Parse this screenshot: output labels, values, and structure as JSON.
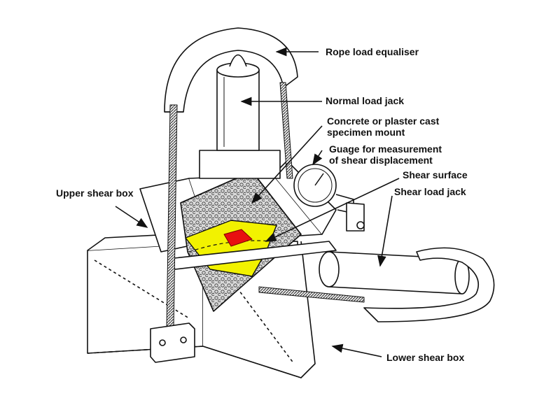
{
  "labels": {
    "rope_load_equaliser": "Rope load equaliser",
    "normal_load_jack": "Normal load jack",
    "specimen_mount_line1": "Concrete or plaster cast",
    "specimen_mount_line2": "specimen mount",
    "gauge_line1": "Guage for measurement",
    "gauge_line2": "of shear displacement",
    "shear_surface": "Shear surface",
    "shear_load_jack": "Shear load jack",
    "upper_shear_box": "Upper shear box",
    "lower_shear_box": "Lower shear box"
  },
  "colors": {
    "line": "#111111",
    "shear_surface_fill": "#f2f200",
    "contact_fill": "#e81010"
  }
}
